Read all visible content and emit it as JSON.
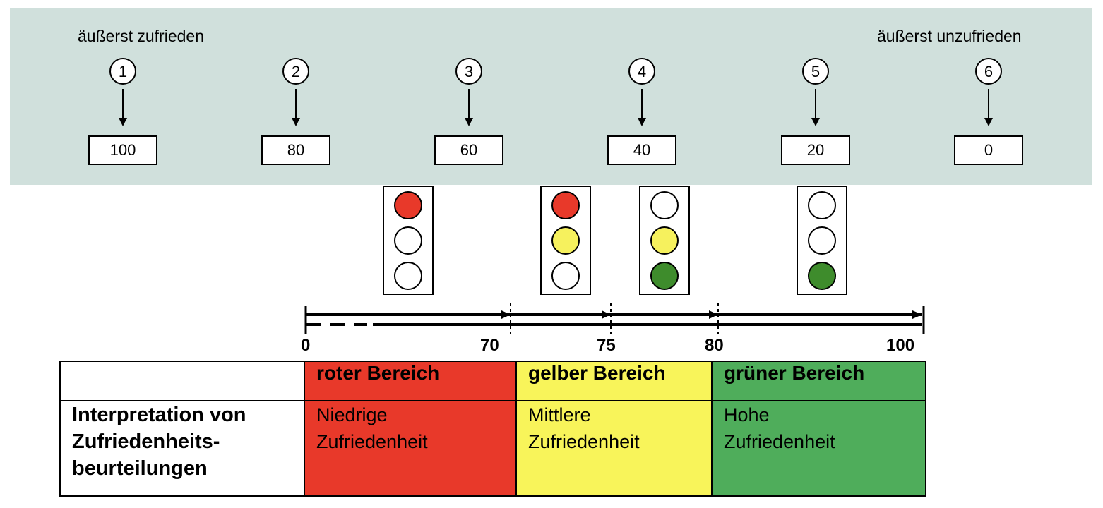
{
  "scale": {
    "left_label": "äußerst zufrieden",
    "right_label": "äußerst unzufrieden",
    "items": [
      {
        "rank": "1",
        "value": "100"
      },
      {
        "rank": "2",
        "value": "80"
      },
      {
        "rank": "3",
        "value": "60"
      },
      {
        "rank": "4",
        "value": "40"
      },
      {
        "rank": "5",
        "value": "20"
      },
      {
        "rank": "6",
        "value": "0"
      }
    ]
  },
  "traffic_lights": [
    {
      "lamps": [
        "red",
        "off",
        "off"
      ]
    },
    {
      "lamps": [
        "red",
        "yellow",
        "off"
      ]
    },
    {
      "lamps": [
        "off",
        "yellow",
        "green"
      ]
    },
    {
      "lamps": [
        "off",
        "off",
        "green"
      ]
    }
  ],
  "lamp_colors": {
    "red": "#e8392a",
    "yellow": "#f6f15d",
    "green": "#3e8c2c",
    "off": "#ffffff"
  },
  "axis": {
    "ticks": [
      "0",
      "70",
      "75",
      "80",
      "100"
    ],
    "range": [
      0,
      100
    ]
  },
  "legend": {
    "headers": [
      "roter Bereich",
      "gelber Bereich",
      "grüner Bereich"
    ],
    "row_label": "Interpretation von Zufriedenheits-beurteilungen",
    "row_label_lines": [
      "Interpretation von",
      "Zufriedenheits-",
      "beurteilungen"
    ],
    "cells": [
      [
        "Niedrige",
        "Zufriedenheit"
      ],
      [
        "Mittlere",
        "Zufriedenheit"
      ],
      [
        "Hohe",
        "Zufriedenheit"
      ]
    ],
    "colors": {
      "red": "#e8392a",
      "yellow": "#f8f45a",
      "green": "#4fad5b"
    }
  }
}
